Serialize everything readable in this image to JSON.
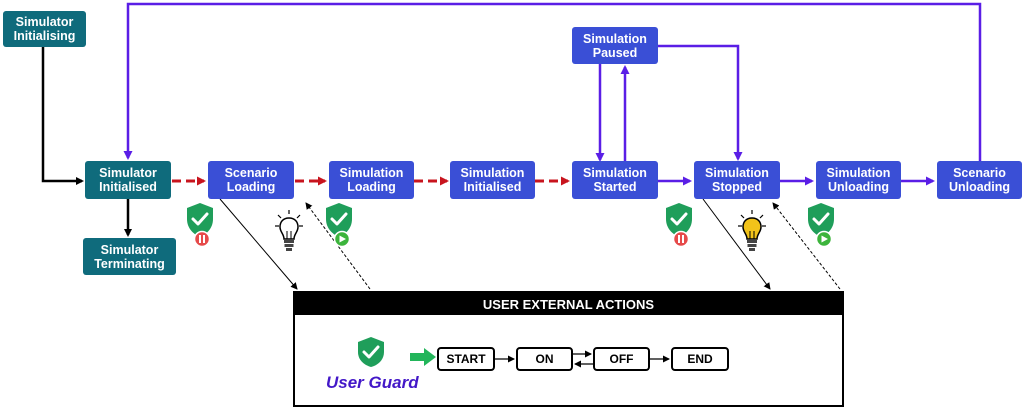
{
  "states": {
    "sim_initialising": "Simulator\nInitialising",
    "sim_initialised": "Simulator\nInitialised",
    "sim_terminating": "Simulator\nTerminating",
    "scenario_loading": "Scenario\nLoading",
    "simulation_loading": "Simulation\nLoading",
    "simulation_initialised": "Simulation\nInitialised",
    "simulation_started": "Simulation\nStarted",
    "simulation_paused": "Simulation\nPaused",
    "simulation_stopped": "Simulation\nStopped",
    "simulation_unloading": "Simulation\nUnloading",
    "scenario_unloading": "Scenario\nUnloading"
  },
  "panel": {
    "title": "USER EXTERNAL ACTIONS",
    "guard_label": "User Guard",
    "steps": [
      "START",
      "ON",
      "OFF",
      "END"
    ]
  },
  "colors": {
    "teal_box": "#0f6b7c",
    "blue_box": "#3a4fd6",
    "purple_arrow": "#5a1ee6",
    "red_dashed_arrow": "#c8141e",
    "black_arrow": "#000000",
    "guard_shield": "#1f9e5a",
    "pause_badge": "#e64a4a",
    "play_badge": "#3cb43c",
    "lit_bulb": "#f2c31a"
  },
  "icons": [
    "shield-check-icon",
    "pause-icon",
    "play-icon",
    "lightbulb-off-icon",
    "lightbulb-on-icon",
    "green-arrow-icon"
  ]
}
